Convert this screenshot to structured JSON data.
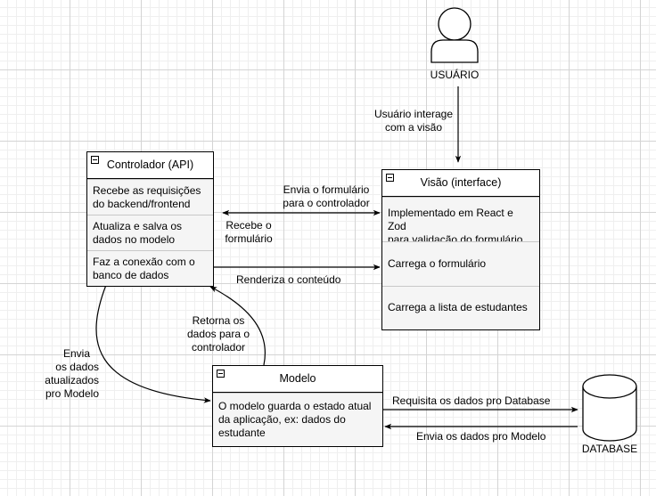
{
  "user": {
    "label": "USUÁRIO"
  },
  "database": {
    "label": "DATABASE"
  },
  "controller": {
    "title": "Controlador (API)",
    "rows": [
      {
        "l1": "Recebe as requisições",
        "l2": "do backend/frontend"
      },
      {
        "l1": "Atualiza e salva os",
        "l2": "dados no modelo"
      },
      {
        "l1": "Faz a conexão com o",
        "l2": "banco de dados"
      }
    ]
  },
  "view": {
    "title": "Visão (interface)",
    "rows": [
      {
        "l1": "Implementado em React e Zod",
        "l2": "para validação do formulário"
      },
      {
        "l1": "Carrega o formulário"
      },
      {
        "l1": "Carrega a lista de estudantes"
      }
    ]
  },
  "model": {
    "title": "Modelo",
    "row": {
      "l1": "O modelo guarda o estado atual",
      "l2": "da aplicação, ex: dados do",
      "l3": "estudante"
    }
  },
  "edges": {
    "user_to_view": {
      "l1": "Usuário interage",
      "l2": "com a visão"
    },
    "send_form": {
      "l1": "Envia o formulário",
      "l2": "para o controlador"
    },
    "receive_form": {
      "l1": "Recebe o",
      "l2": "formulário"
    },
    "render": {
      "l1": "Renderiza o conteúdo"
    },
    "returns_data": {
      "l1": "Retorna os",
      "l2": "dados para o",
      "l3": "controlador"
    },
    "send_updated": {
      "l1": "Envia",
      "l2": "os dados",
      "l3": "atualizados",
      "l4": "pro Modelo"
    },
    "request_db": {
      "l1": "Requisita os dados pro Database"
    },
    "send_model": {
      "l1": "Envia os dados pro Modelo"
    }
  }
}
